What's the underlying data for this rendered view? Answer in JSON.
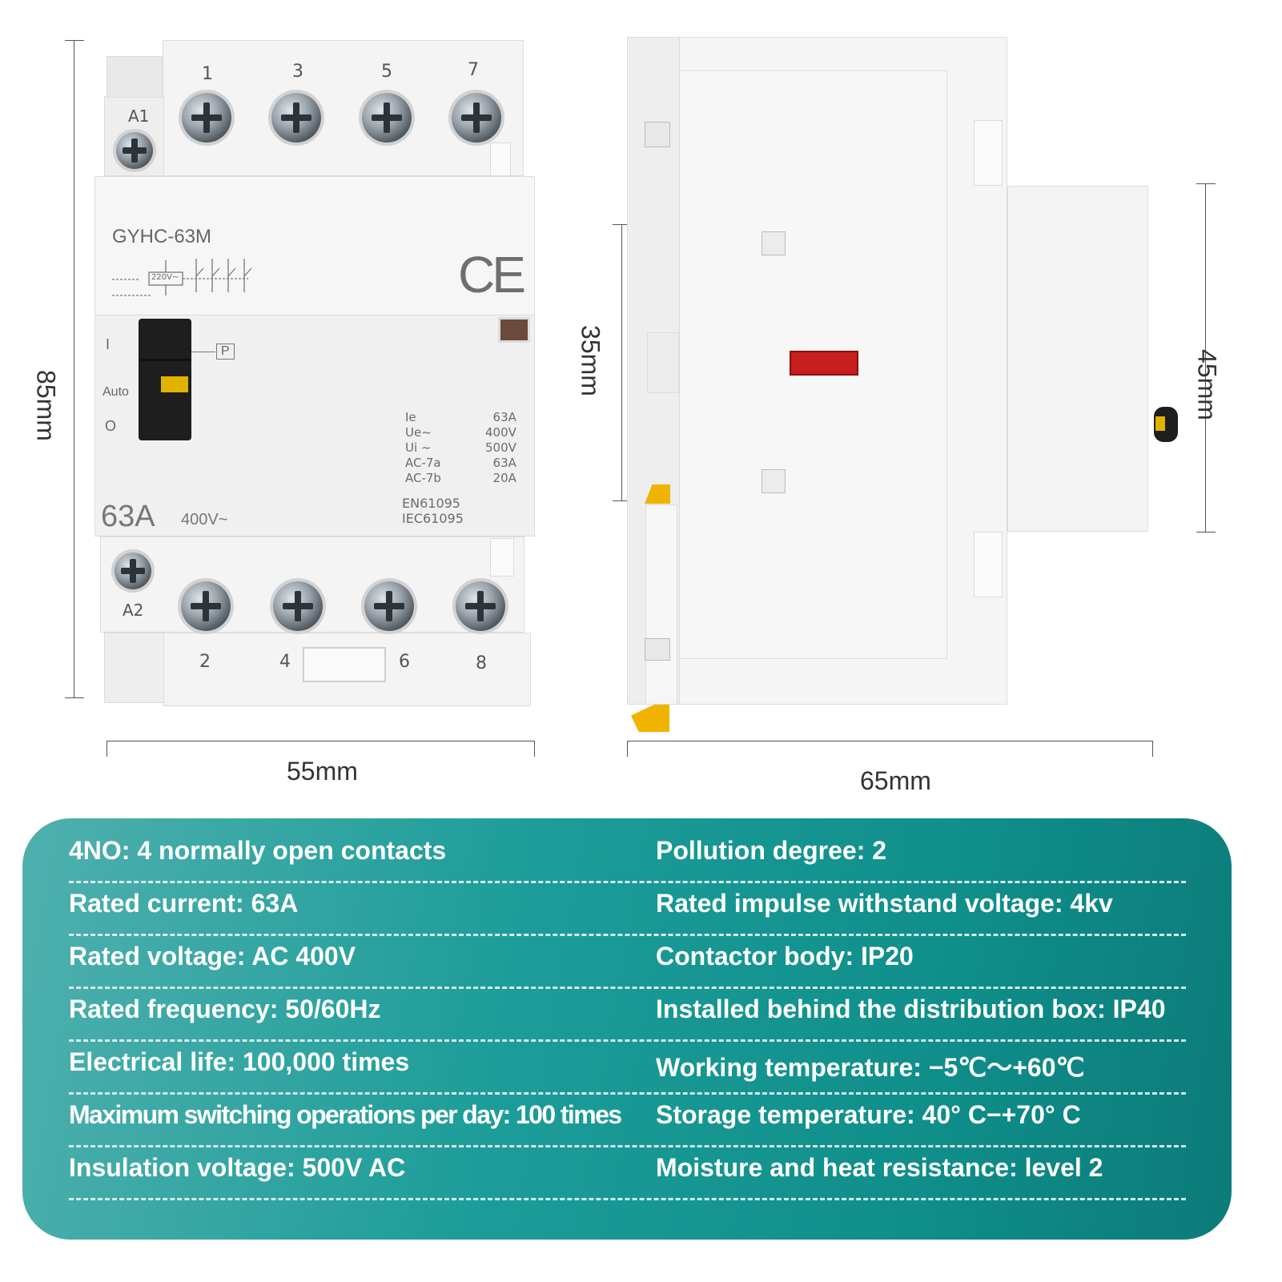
{
  "dimensions": {
    "height_85": "85mm",
    "width_55": "55mm",
    "inner_35": "35mm",
    "depth_65": "65mm",
    "inner_45": "45mm"
  },
  "contactor": {
    "model": "GYHC-63M",
    "top_terminals": [
      "1",
      "3",
      "5",
      "7"
    ],
    "bottom_terminals": [
      "2",
      "4",
      "6",
      "8"
    ],
    "coil_top": "A1",
    "coil_bottom": "A2",
    "switch_on": "I",
    "switch_auto": "Auto",
    "switch_off": "O",
    "p_label": "P",
    "ce_mark": "CE",
    "rating_big": "63A",
    "rating_voltage": "400V~",
    "spec_labels": "Ie\nUe~\nUi ~\nAC-7a\nAC-7b",
    "spec_values": "63A\n400V\n500V\n63A\n20A",
    "standards": "EN61095\nIEC61095",
    "diagram_coil": "220V~",
    "side_indicator_color": "#c81e1e"
  },
  "specs": {
    "left": [
      "4NO: 4 normally open contacts",
      "Rated current: 63A",
      "Rated voltage: AC 400V",
      "Rated frequency: 50/60Hz",
      "Electrical life: 100,000 times",
      "Maximum switching operations per day: 100 times",
      "Insulation voltage: 500V AC"
    ],
    "right": [
      "Pollution degree: 2",
      "Rated impulse withstand voltage: 4kv",
      "Contactor body: IP20",
      "Installed behind the distribution box: IP40",
      "Working temperature: −5℃～+60℃",
      "Storage temperature: 40°  C−+70°  C",
      "Moisture and heat resistance: level 2"
    ],
    "panel_color": "#1d9d99"
  }
}
